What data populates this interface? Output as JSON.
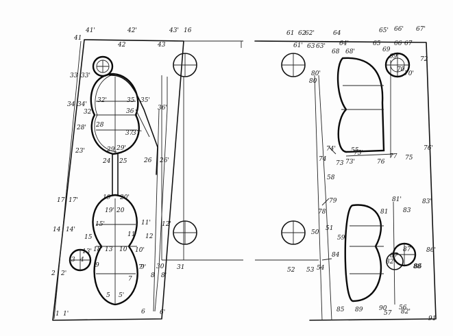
{
  "labels": {
    "left_panel": [
      "41",
      "41'",
      "42'",
      "42",
      "43'",
      "43",
      "16",
      "33",
      "33'",
      "34",
      "34'",
      "35",
      "35'",
      "32",
      "32'",
      "36",
      "36'",
      "37",
      "37'",
      "23'",
      "29",
      "29'",
      "28",
      "28'",
      "25",
      "24",
      "26",
      "26'",
      "15",
      "15'",
      "19",
      "19'",
      "20",
      "20'",
      "18'",
      "17",
      "17'",
      "14",
      "14'",
      "12",
      "12'",
      "13",
      "13'",
      "11",
      "11'",
      "10",
      "10'",
      "9",
      "9'",
      "8",
      "8'",
      "2",
      "2'",
      "7",
      "7'",
      "5",
      "5'",
      "4",
      "3",
      "6",
      "6'",
      "1",
      "1'",
      "30",
      "31"
    ],
    "right_panel": [
      "61",
      "61'",
      "62",
      "62'",
      "63",
      "63'",
      "64",
      "64'",
      "65",
      "65'",
      "66",
      "66'",
      "67",
      "67'",
      "68",
      "68'",
      "69",
      "69'",
      "70",
      "70'",
      "72",
      "73",
      "73'",
      "74",
      "74'",
      "75",
      "75'",
      "76",
      "76'",
      "77",
      "78",
      "79",
      "80",
      "80'",
      "81",
      "81'",
      "82",
      "82'",
      "83",
      "83'",
      "84",
      "85",
      "86",
      "86'",
      "87",
      "87'",
      "88",
      "89",
      "90",
      "91",
      "50",
      "51",
      "52",
      "53",
      "54",
      "55",
      "56",
      "57",
      "58",
      "59"
    ]
  }
}
